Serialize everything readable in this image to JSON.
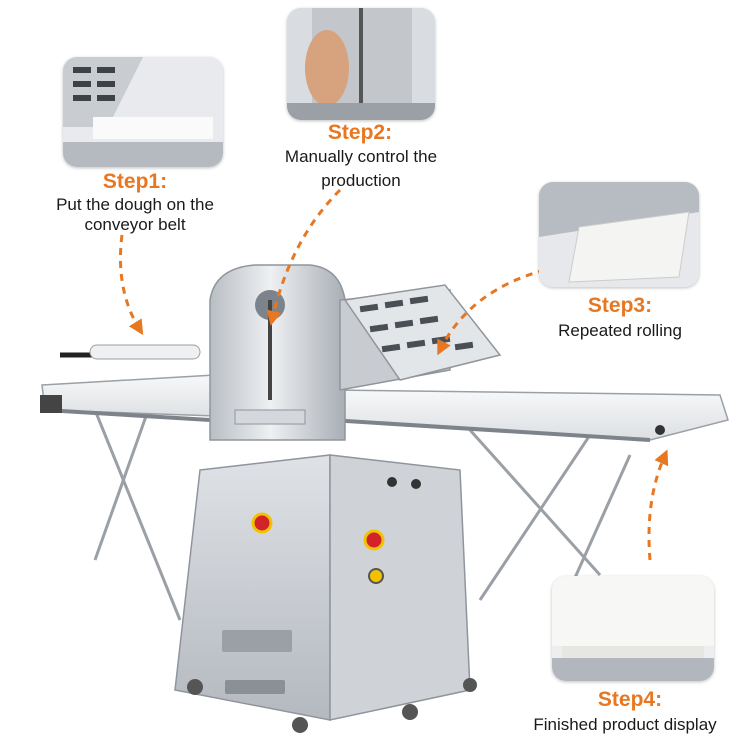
{
  "accent_color": "#e87722",
  "steps": [
    {
      "title": "Step1:",
      "desc_line1": "Put the dough on the",
      "desc_line2": "conveyor belt"
    },
    {
      "title": "Step2:",
      "desc_line1": "Manually control the",
      "desc_line2": "production"
    },
    {
      "title": "Step3:",
      "desc_line1": "Repeated rolling",
      "desc_line2": ""
    },
    {
      "title": "Step4:",
      "desc_line1": "Finished product display",
      "desc_line2": ""
    }
  ],
  "machine_label": "",
  "arrow_style": "dashed"
}
